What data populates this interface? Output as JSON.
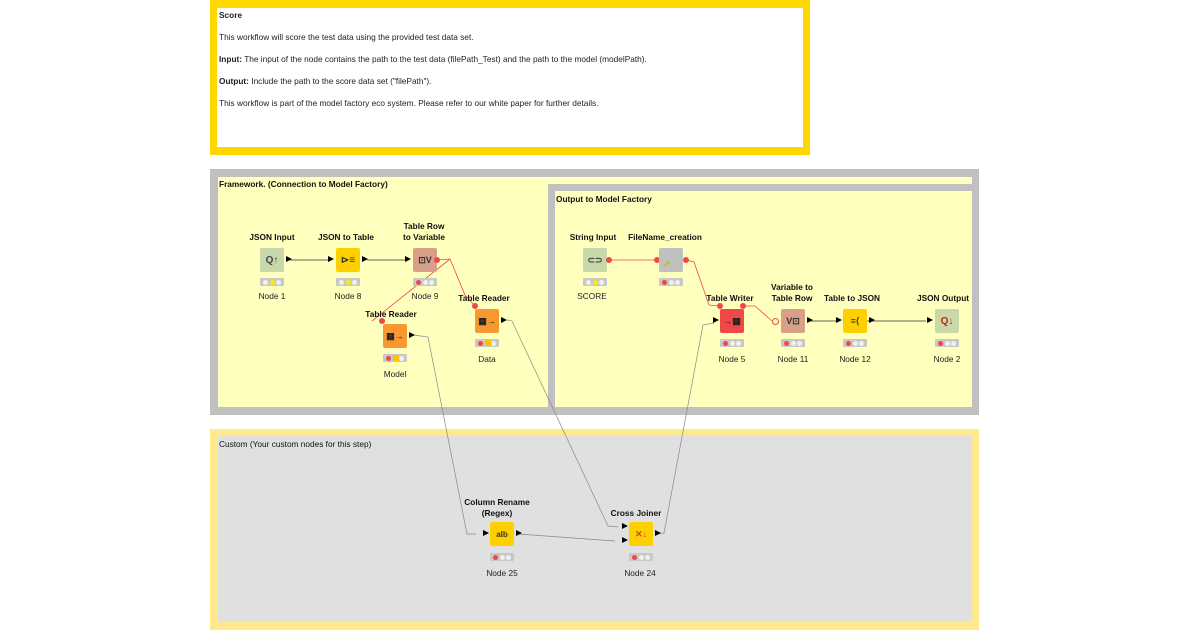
{
  "annotation_top": {
    "title": "Score",
    "line1": "This workflow will score the test data using the provided test data set.",
    "input_label": "Input:",
    "input_text": " The input of the node contains the path to the test data (filePath_Test) and the path to the model (modelPath).",
    "output_label": "Output:",
    "output_text": " Include the path to the score data set (\"filePath\").",
    "line4": "This workflow is part of the model factory eco system. Please refer to our white paper for further details."
  },
  "annotations": {
    "framework": "Framework. (Connection to Model Factory)",
    "output": "Output to Model Factory",
    "custom": "Custom (Your custom nodes for this step)"
  },
  "colors": {
    "top_border": "#ffd800",
    "framework_border": "#c0c0c0",
    "framework_fill": "#ffffbe",
    "custom_border": "#ffe98c",
    "custom_fill": "#e0e0e0",
    "flow_variable_line": "#f04848",
    "data_line": "#8a8a8a"
  },
  "nodes": [
    {
      "id": "json_input",
      "title": "JSON Input",
      "sub": "Node 1",
      "icon": "json-input-icon",
      "glyph": "Q↑",
      "color": "#c8d8a8",
      "status": [
        "off",
        "yellow",
        "off"
      ]
    },
    {
      "id": "json_to_table",
      "title": "JSON to Table",
      "sub": "Node 8",
      "icon": "json-to-table-icon",
      "glyph": "⊳≡",
      "color": "#ffd000",
      "status": [
        "off",
        "yellow",
        "off"
      ]
    },
    {
      "id": "table_row_to_var",
      "title1": "Table Row",
      "title2": "to Variable",
      "sub": "Node 9",
      "icon": "table-row-to-variable-icon",
      "glyph": "⊡V",
      "color": "#d8a088",
      "status": [
        "red",
        "off",
        "off"
      ]
    },
    {
      "id": "table_reader_model",
      "title": "Table Reader",
      "sub": "Model",
      "icon": "table-reader-icon",
      "glyph": "▦→",
      "color": "#f89830",
      "status": [
        "red",
        "warn",
        "off"
      ]
    },
    {
      "id": "table_reader_data",
      "title": "Table Reader",
      "sub": "Data",
      "icon": "table-reader-icon",
      "glyph": "▦→",
      "color": "#f89830",
      "status": [
        "red",
        "warn",
        "off"
      ]
    },
    {
      "id": "string_input",
      "title": "String Input",
      "sub": "SCORE",
      "icon": "string-input-icon",
      "glyph": "⊂⊃",
      "color": "#c8d8a8",
      "status": [
        "off",
        "yellow",
        "off"
      ]
    },
    {
      "id": "filename_creation",
      "title": "FileName_creation",
      "sub": "",
      "icon": "metanode-icon",
      "glyph": "↗",
      "color": "#c0c0c0",
      "status": [
        "red",
        "off",
        "off"
      ]
    },
    {
      "id": "table_writer",
      "title": "Table Writer",
      "sub": "Node 5",
      "icon": "table-writer-icon",
      "glyph": "→▦",
      "color": "#f04848",
      "status": [
        "red",
        "off",
        "off"
      ]
    },
    {
      "id": "variable_to_table_row",
      "title1": "Variable to",
      "title2": "Table Row",
      "sub": "Node 11",
      "icon": "variable-to-table-row-icon",
      "glyph": "V⊡",
      "color": "#d8a088",
      "status": [
        "red",
        "off",
        "off"
      ]
    },
    {
      "id": "table_to_json",
      "title": "Table to JSON",
      "sub": "Node 12",
      "icon": "table-to-json-icon",
      "glyph": "≡⟨",
      "color": "#ffd000",
      "status": [
        "red",
        "off",
        "off"
      ]
    },
    {
      "id": "json_output",
      "title": "JSON Output",
      "sub": "Node 2",
      "icon": "json-output-icon",
      "glyph": "Q↓",
      "color": "#c8d8a8",
      "status": [
        "red",
        "off",
        "off"
      ]
    },
    {
      "id": "column_rename",
      "title1": "Column Rename",
      "title2": "(Regex)",
      "sub": "Node 25",
      "icon": "column-rename-regex-icon",
      "glyph": "aIb",
      "color": "#ffd000",
      "status": [
        "red",
        "off",
        "off"
      ]
    },
    {
      "id": "cross_joiner",
      "title": "Cross Joiner",
      "sub": "Node 24",
      "icon": "cross-joiner-icon",
      "glyph": "✕↓",
      "color": "#ffd000",
      "status": [
        "red",
        "off",
        "off"
      ]
    }
  ]
}
